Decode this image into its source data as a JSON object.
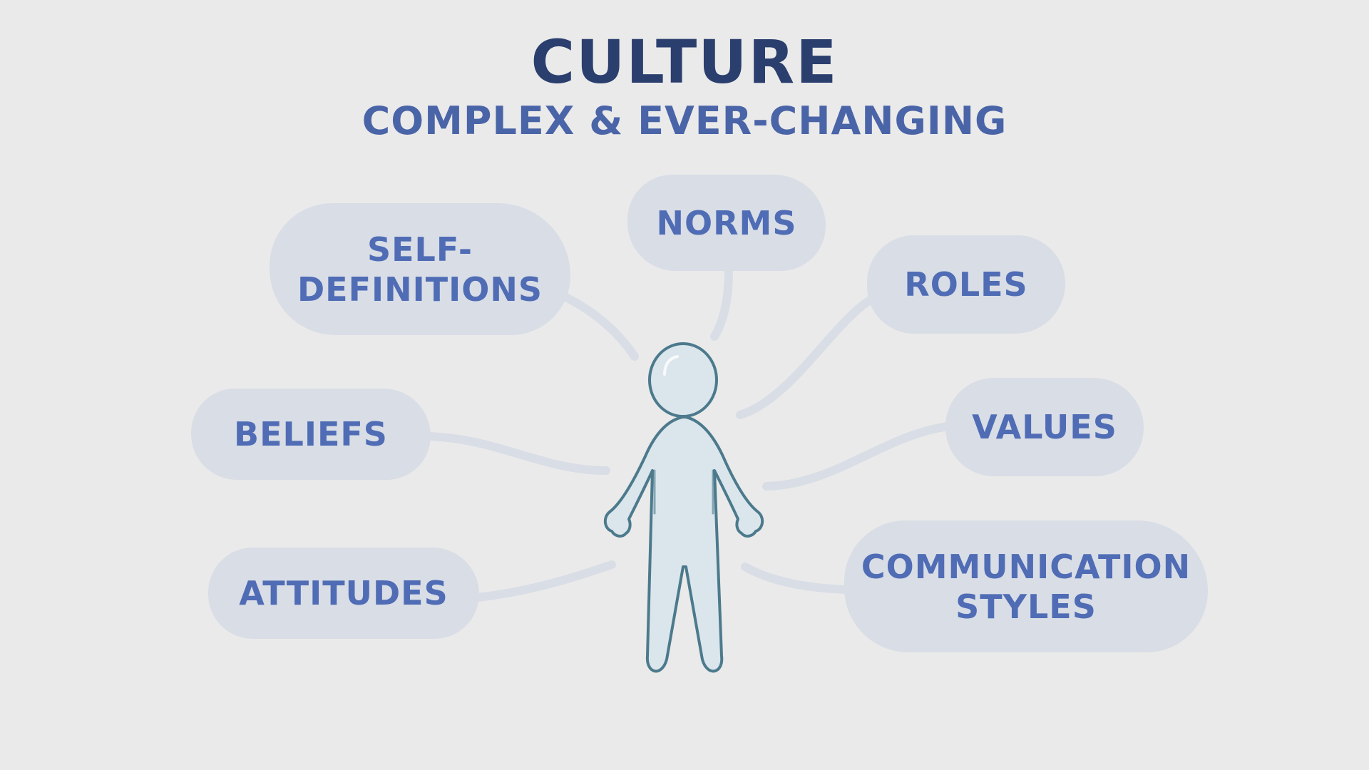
{
  "title": "CULTURE",
  "subtitle": "COMPLEX & EVER-CHANGING",
  "bubbles": {
    "self_definitions": {
      "line1": "SELF-",
      "line2": "DEFINITIONS"
    },
    "norms": "NORMS",
    "roles": "ROLES",
    "beliefs": "BELIEFS",
    "values": "VALUES",
    "attitudes": "ATTITUDES",
    "communication_styles": {
      "line1": "COMMUNICATION",
      "line2": "STYLES"
    }
  },
  "colors": {
    "background": "#eaeaea",
    "title": "#2b3f6e",
    "subtitle": "#4a64a8",
    "bubble_fill": "#d8dde6",
    "bubble_text": "#4f6cb5",
    "figure_fill": "#dbe6ec",
    "figure_outline": "#4c7a8c"
  },
  "icons": {
    "figure": "person-icon"
  }
}
